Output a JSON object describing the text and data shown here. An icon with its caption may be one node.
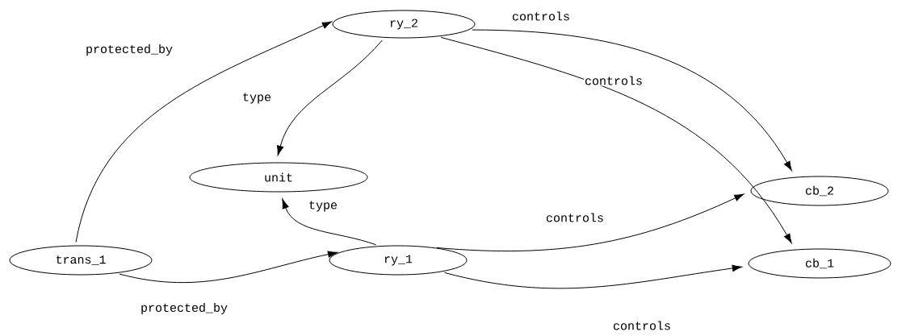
{
  "diagram": {
    "nodes": [
      {
        "text": [
          "ry_2"
        ]
      },
      {
        "text": [
          "unit"
        ]
      },
      {
        "text": [
          "cb_2"
        ]
      },
      {
        "text": [
          "trans_1"
        ]
      },
      {
        "text": [
          "ry_1"
        ]
      },
      {
        "text": [
          "cb_1"
        ]
      }
    ],
    "edges": [
      {
        "from": 3,
        "to": 0,
        "arrow": "to",
        "label": "protected_by"
      },
      {
        "from": 0,
        "to": 1,
        "arrow": "to",
        "label": "type"
      },
      {
        "from": 0,
        "to": 2,
        "arrow": "to",
        "label": "controls"
      },
      {
        "from": 0,
        "to": 5,
        "arrow": "to",
        "label": "controls"
      },
      {
        "from": 4,
        "to": 1,
        "arrow": "to",
        "label": "type"
      },
      {
        "from": 4,
        "to": 2,
        "arrow": "to",
        "label": "controls"
      },
      {
        "from": 3,
        "to": 4,
        "arrow": "to",
        "label": "protected_by"
      },
      {
        "from": 4,
        "to": 5,
        "arrow": "to",
        "label": "controls"
      }
    ]
  }
}
